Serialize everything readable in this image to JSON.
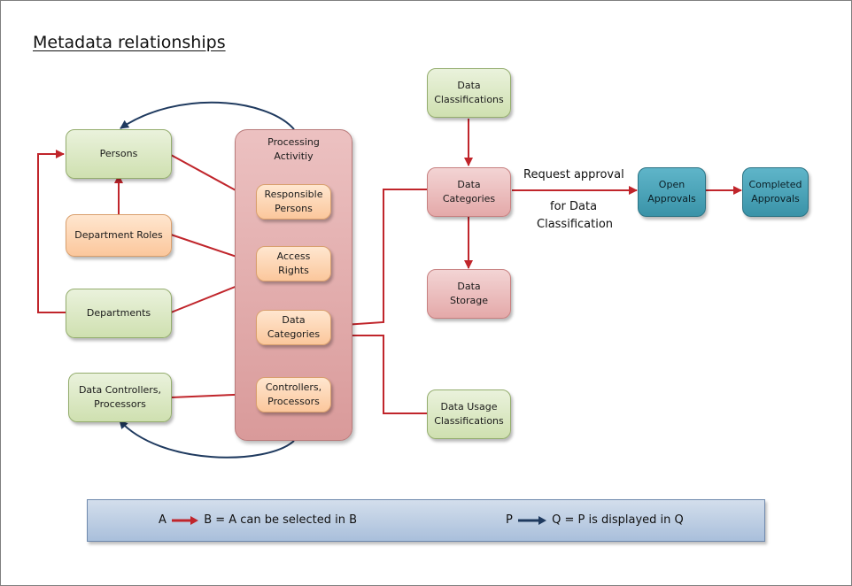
{
  "title": "Metadata relationships",
  "colors": {
    "select_arrow": "#c0252b",
    "display_arrow": "#1f3a5f",
    "green_box": "#d7e4bd",
    "orange_box": "#fcd5b5",
    "pink_box": "#e6b9b8",
    "teal_box": "#4bacc6",
    "legend_bg": "#b9cce4"
  },
  "nodes": {
    "persons": "Persons",
    "department_roles": "Department Roles",
    "departments": "Departments",
    "data_controllers": "Data Controllers,\nProcessors",
    "processing_activity": "Processing\nActivitiy",
    "responsible_persons": "Responsible\nPersons",
    "access_rights": "Access\nRights",
    "pa_data_categories": "Data\nCategories",
    "pa_controllers": "Controllers,\nProcessors",
    "data_classifications": "Data\nClassifications",
    "data_categories": "Data\nCategories",
    "data_storage": "Data\nStorage",
    "data_usage": "Data Usage\nClassifications",
    "open_approvals": "Open\nApprovals",
    "completed_approvals": "Completed\nApprovals"
  },
  "flow_labels": {
    "request_approval": "Request approval",
    "for_data": "for Data",
    "classification": "Classification"
  },
  "legend": {
    "select": {
      "a": "A",
      "rest": "B  =  A can be selected in B"
    },
    "display": {
      "p": "P",
      "rest": "Q  =  P is displayed in Q"
    }
  }
}
